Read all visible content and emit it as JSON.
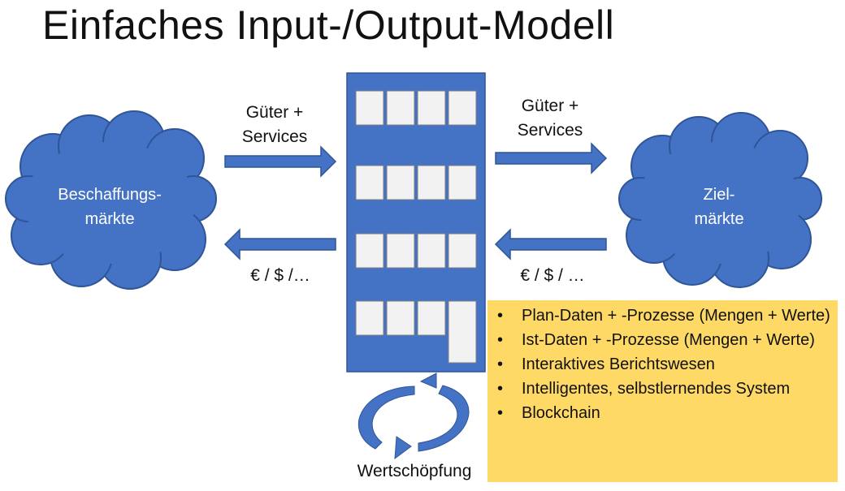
{
  "title": "Einfaches Input-/Output-Modell",
  "left_cloud": {
    "label": "Beschaffungs-\nmärkte"
  },
  "right_cloud": {
    "label": "Ziel-\nmärkte"
  },
  "flows": {
    "goods_left": "Güter +\nServices",
    "goods_right": "Güter +\nServices",
    "money_left": "€ / $ /…",
    "money_right": "€ / $ / …"
  },
  "cycle_label": "Wertschöpfung",
  "bullets": [
    "Plan-Daten + -Prozesse (Mengen + Werte)",
    "Ist-Daten + -Prozesse (Mengen + Werte)",
    "Interaktives Berichtswesen",
    "Intelligentes, selbstlernendes System",
    "Blockchain"
  ],
  "colors": {
    "blue": "#4472c4",
    "blue_dark": "#2f5597",
    "window": "#f2f2f2",
    "note": "#ffd966"
  }
}
